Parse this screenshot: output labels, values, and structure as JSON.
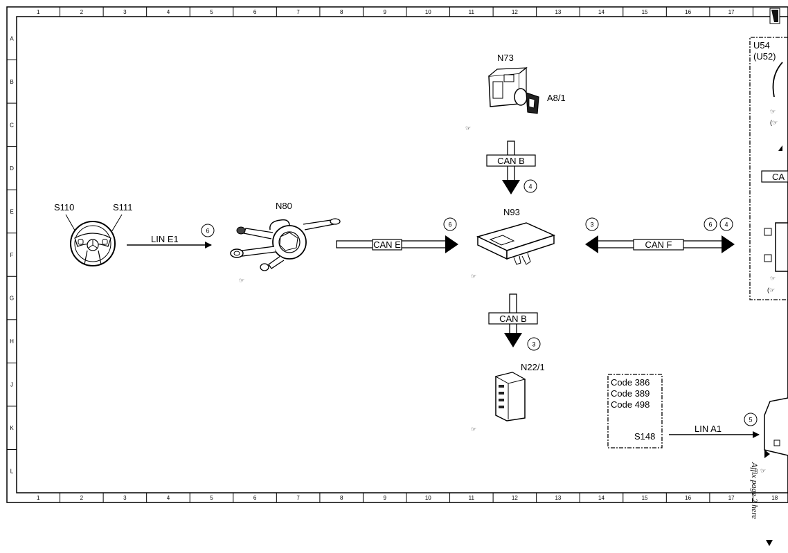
{
  "grid": {
    "columns": [
      "1",
      "2",
      "3",
      "4",
      "5",
      "6",
      "7",
      "8",
      "9",
      "10",
      "11",
      "12",
      "13",
      "14",
      "15",
      "16",
      "17",
      "18"
    ],
    "rows": [
      "A",
      "B",
      "C",
      "D",
      "E",
      "F",
      "G",
      "H",
      "J",
      "K",
      "L"
    ]
  },
  "components": {
    "s110": "S110",
    "s111": "S111",
    "n80": "N80",
    "n73": "N73",
    "a8_1": "A8/1",
    "n93": "N93",
    "n22_1": "N22/1",
    "u54": "U54",
    "u52": "(U52)",
    "s148": "S148"
  },
  "buses": {
    "lin_e1": "LIN E1",
    "can_e": "CAN E",
    "can_b_top": "CAN B",
    "can_b_bottom": "CAN B",
    "can_f": "CAN F",
    "lin_a1": "LIN A1",
    "ca_partial": "CA"
  },
  "callouts": {
    "lin_e1": "6",
    "can_e": "6",
    "can_b_top": "4",
    "can_b_bottom": "3",
    "can_f_left": "3",
    "can_f_right_1": "6",
    "can_f_right_2": "4",
    "lin_a1": "5"
  },
  "codes": [
    "Code 386",
    "Code 389",
    "Code 498"
  ],
  "side_note": "Affix page 2 here"
}
